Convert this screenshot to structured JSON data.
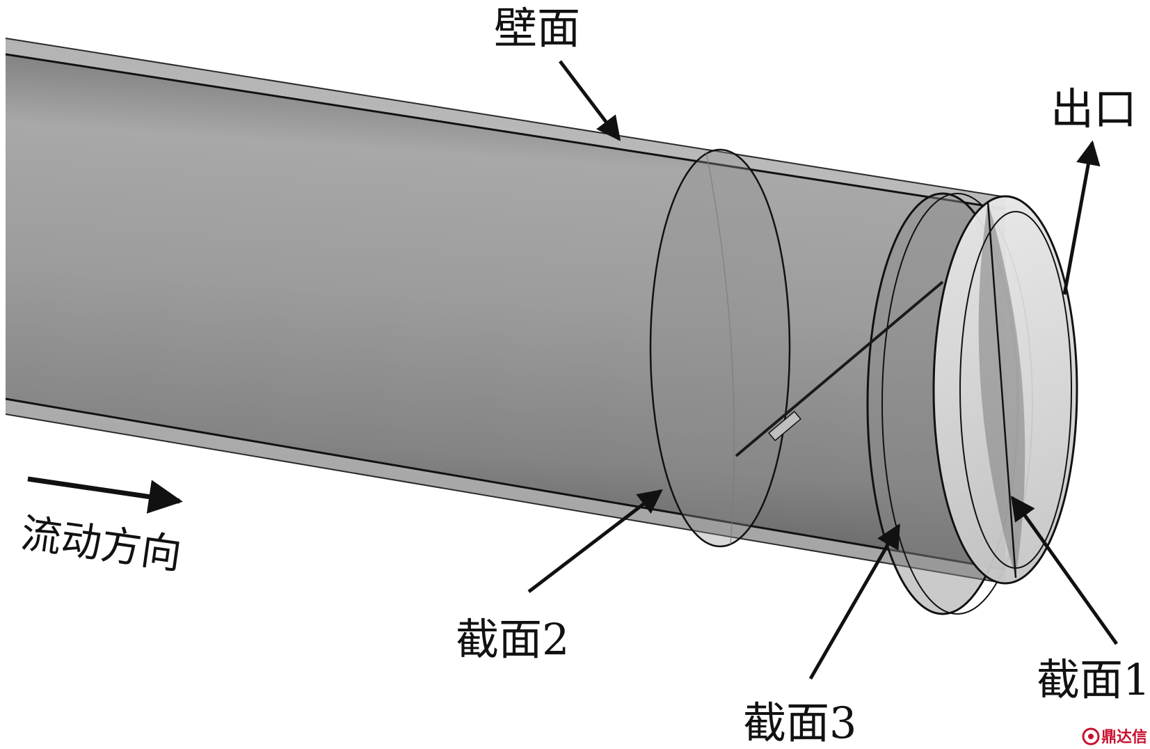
{
  "labels": {
    "wall": "壁面",
    "outlet": "出口",
    "flow_direction": "流动方向",
    "section1": "截面1",
    "section2": "截面2",
    "section3": "截面3"
  },
  "watermark": {
    "text": "鼎达信",
    "color": "#c8102e"
  },
  "colors": {
    "pipe_body": "#9a9a9a",
    "outline": "#111111",
    "outlet_face": "#d6d6d6"
  }
}
